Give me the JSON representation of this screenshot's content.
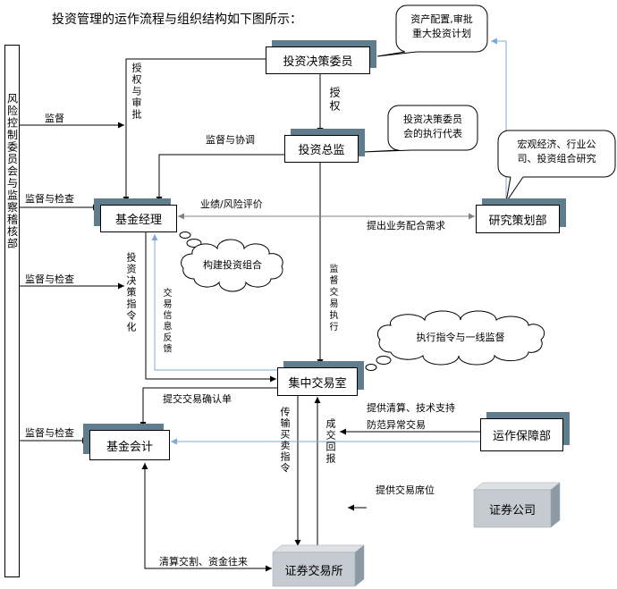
{
  "title": "投资管理的运作流程与组织结构如下图所示：",
  "nodes": {
    "risk_committee": "风险控制委员会与监察稽核部",
    "investment_committee": "投资决策委员",
    "cio": "投资总监",
    "fund_manager": "基金经理",
    "research": "研究策划部",
    "trading_room": "集中交易室",
    "fund_accounting": "基金会计",
    "operations": "运作保障部",
    "broker": "证券公司",
    "exchange": "证券交易所"
  },
  "callouts": {
    "committee_role": [
      "资产配置,审批",
      "重大投资计划"
    ],
    "cio_role": [
      "投资决策委员",
      "会的执行代表"
    ],
    "research_role": [
      "宏观经济、行业公",
      "司、投资组合研究"
    ],
    "portfolio": "构建投资组合",
    "execution": "执行指令与一线监督"
  },
  "edge_labels": {
    "supervise": "监督",
    "supervise_check_manager": "监督与检查",
    "supervise_check_instructions": "监督与检查",
    "supervise_check_accounting": "监督与检查",
    "authorize_approve": "授权与审批",
    "authorize": "授权",
    "supervise_coordinate": "监督与协调",
    "performance_risk_eval": "业绩/风险评价",
    "business_requests": "提出业务配合需求",
    "decision_instructions": "投资决策指令化",
    "trade_feedback": "交易信息反馈",
    "supervise_execution": "监督交易执行",
    "submit_confirmation": "提交交易确认单",
    "transmit_orders": "传输买卖指令",
    "execution_report": "成交回报",
    "clearing_tech_support": "提供清算、技术支持",
    "prevent_abnormal": "防范异常交易",
    "provide_seats": "提供交易席位",
    "settlement_funds": "清算交割、资金往来"
  },
  "colors": {
    "line": "#000000",
    "feedback": "#7fa7d8",
    "gray_line": "#808080",
    "shadow": "#5f7d8d",
    "box3d": "#c5cbd0",
    "box3d_top": "#dde1e4",
    "box3d_side": "#8e9aa3"
  }
}
